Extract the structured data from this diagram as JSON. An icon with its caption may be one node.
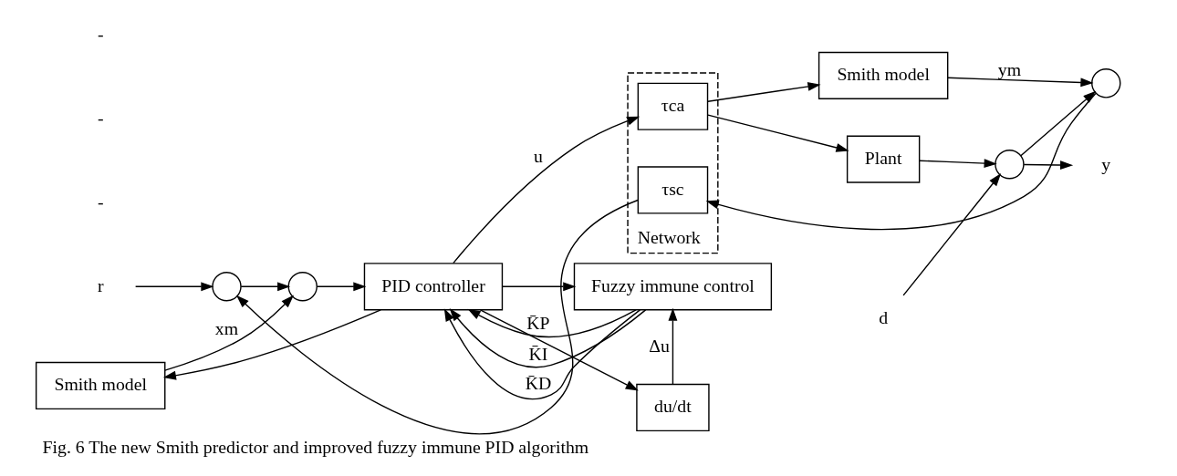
{
  "diagram": {
    "caption": "Fig. 6 The new Smith predictor and improved fuzzy immune PID algorithm",
    "nodes": [
      {
        "text": [
          "r"
        ]
      },
      {
        "text": [],
        "shape": "circle"
      },
      {
        "text": [],
        "shape": "circle"
      },
      {
        "text": [
          "Smith model"
        ]
      },
      {
        "text": [
          "PID controller"
        ]
      },
      {
        "text": [
          "Fuzzy immune control"
        ]
      },
      {
        "text": [
          "du/dt"
        ]
      },
      {
        "text": [
          "Network"
        ]
      },
      {
        "text": [
          "τca"
        ],
        "in": 7
      },
      {
        "text": [
          "τsc"
        ],
        "in": 7
      },
      {
        "text": [
          "Plant"
        ]
      },
      {
        "text": [],
        "shape": "circle"
      },
      {
        "text": [
          "d"
        ]
      },
      {
        "text": [
          "y"
        ]
      },
      {
        "text": [
          "Smith model"
        ]
      },
      {
        "text": [],
        "shape": "circle"
      }
    ],
    "edges": [
      {
        "from": 0,
        "to": 1,
        "arrow": "to"
      },
      {
        "from": 1,
        "to": 2,
        "arrow": "to"
      },
      {
        "from": 3,
        "to": 2,
        "arrow": "to",
        "label": "xm"
      },
      {
        "from": 2,
        "to": 4,
        "arrow": "to"
      },
      {
        "from": 5,
        "to": 4,
        "arrow": "to",
        "label": "K̄P"
      },
      {
        "from": 5,
        "to": 4,
        "arrow": "to",
        "label": "K̄I"
      },
      {
        "from": 5,
        "to": 4,
        "arrow": "to",
        "label": "K̄D"
      },
      {
        "from": 4,
        "to": 3,
        "arrow": "to"
      },
      {
        "from": 4,
        "to": 5,
        "arrow": "to"
      },
      {
        "from": 4,
        "to": 6,
        "arrow": "to"
      },
      {
        "from": 4,
        "to": 8,
        "arrow": "to",
        "label": "u"
      },
      {
        "from": 6,
        "to": 5,
        "arrow": "to",
        "label": "Δu"
      },
      {
        "from": 8,
        "to": 10,
        "arrow": "to"
      },
      {
        "from": 8,
        "to": 14,
        "arrow": "to"
      },
      {
        "from": 10,
        "to": 11,
        "arrow": "to"
      },
      {
        "from": 12,
        "to": 11,
        "arrow": "to"
      },
      {
        "from": 11,
        "to": 13,
        "arrow": "to"
      },
      {
        "from": 11,
        "to": 15,
        "arrow": "to"
      },
      {
        "from": 14,
        "to": 15,
        "arrow": "to",
        "label": "ym"
      },
      {
        "from": 15,
        "to": 9,
        "arrow": "to"
      },
      {
        "from": 9,
        "to": 1,
        "arrow": "to"
      }
    ],
    "labels": [
      "-",
      "-",
      "-"
    ]
  }
}
